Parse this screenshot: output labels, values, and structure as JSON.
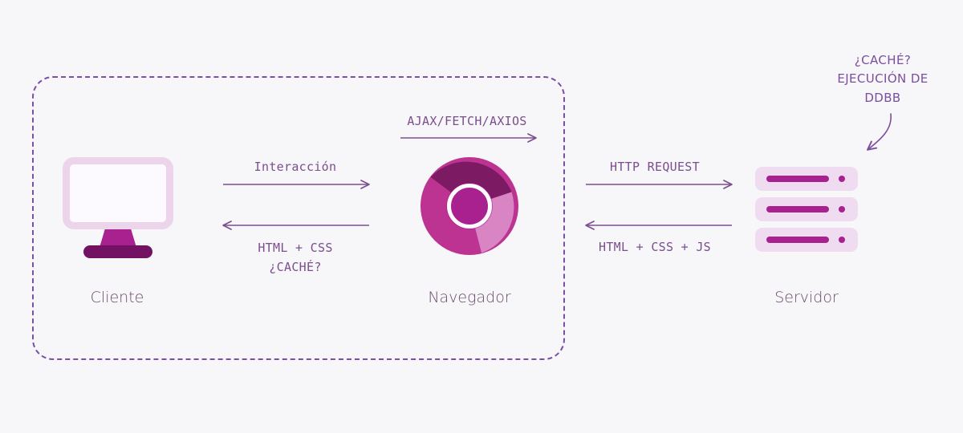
{
  "diagram": {
    "title": "Cliente / Navegador / Servidor request flow",
    "background_color": "#f7f6f8",
    "accent_color": "#a8218f",
    "line_color": "#7b4e8e",
    "dashed_border_color": "#7b4ea8"
  },
  "nodes": [
    {
      "id": "client",
      "caption": "Cliente",
      "icon": "monitor-icon"
    },
    {
      "id": "browser",
      "caption": "Navegador",
      "icon": "chrome-browser-icon"
    },
    {
      "id": "server",
      "caption": "Servidor",
      "icon": "server-rack-icon"
    }
  ],
  "zone": {
    "name": "client-side-zone",
    "style": "dashed-rounded"
  },
  "flows": {
    "ajax": "AJAX/FETCH/AXIOS",
    "interaccion": "Interacción",
    "html_css": "HTML + CSS\n¿CACHÉ?",
    "html_css_line1": "HTML + CSS",
    "html_css_line2": "¿CACHÉ?",
    "http_request": "HTTP REQUEST",
    "html_css_js": "HTML + CSS + JS"
  },
  "server_note": {
    "line1": "¿CACHÉ?",
    "line2": "EJECUCIÓN DE",
    "line3": "DDBB"
  }
}
